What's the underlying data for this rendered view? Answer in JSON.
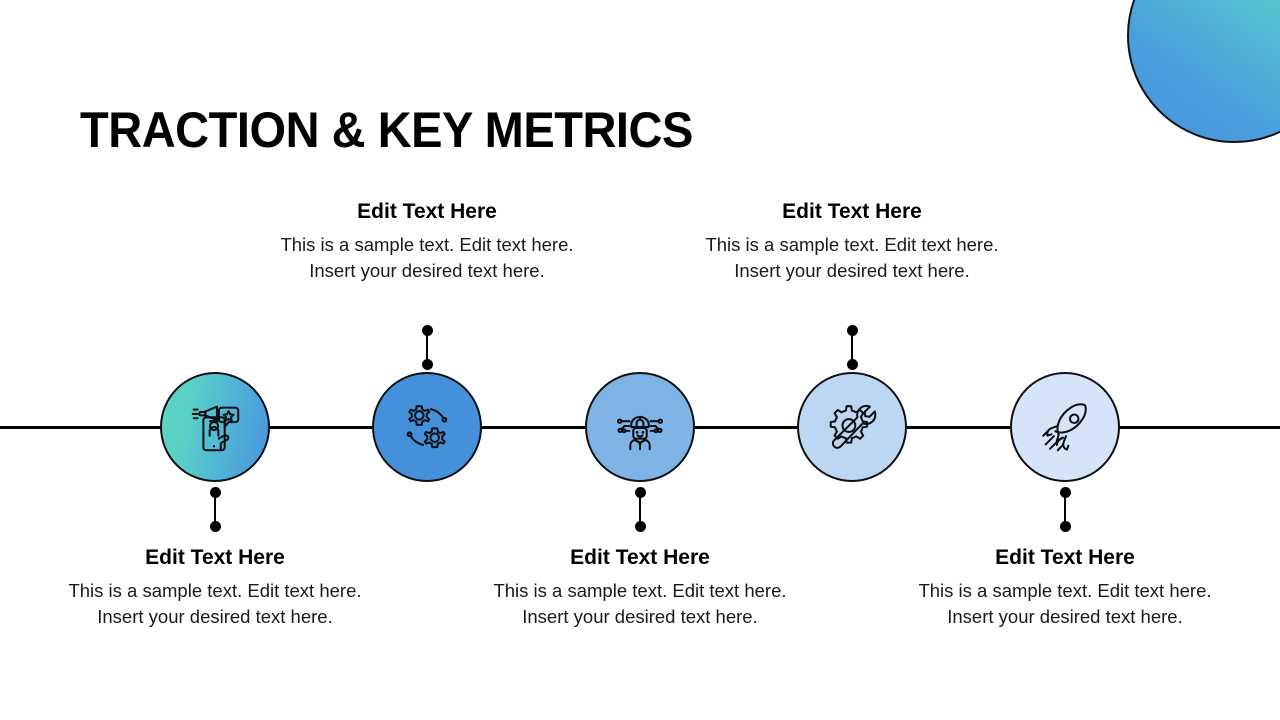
{
  "slide": {
    "title": "TRACTION & KEY METRICS",
    "background_color": "#ffffff",
    "decor": {
      "corner_blob": {
        "name": "gradient-circle-decoration",
        "gradient_from": "#6fe0c4",
        "gradient_to": "#4a93de",
        "outline_color": "#111318"
      }
    },
    "timeline": {
      "axis_color": "#000000",
      "connector_color": "#000000"
    }
  },
  "nodes": [
    {
      "id": 1,
      "icon": "mobile-marketing-icon",
      "position": "below",
      "circle_fill_from": "#5fd6be",
      "circle_fill_to": "#4a93de",
      "outline_color": "#0d1014",
      "heading": "Edit Text Here",
      "body": "This is a sample text. Edit text here. Insert your desired text here."
    },
    {
      "id": 2,
      "icon": "gears-icon",
      "position": "above",
      "circle_fill_from": "#4490db",
      "circle_fill_to": "#4490db",
      "outline_color": "#0d1014",
      "heading": "Edit Text Here",
      "body": "This is a sample text. Edit text here. Insert your desired text here."
    },
    {
      "id": 3,
      "icon": "ai-robot-idea-icon",
      "position": "below",
      "circle_fill_from": "#7eb3e3",
      "circle_fill_to": "#7eb3e3",
      "outline_color": "#0d1014",
      "heading": "Edit Text Here",
      "body": "This is a sample text. Edit text here. Insert your desired text here."
    },
    {
      "id": 4,
      "icon": "gear-wrench-icon",
      "position": "above",
      "circle_fill_from": "#bdd7f2",
      "circle_fill_to": "#bdd7f2",
      "outline_color": "#0d1014",
      "heading": "Edit Text Here",
      "body": "This is a sample text. Edit text here. Insert your desired text here."
    },
    {
      "id": 5,
      "icon": "rocket-icon",
      "position": "below",
      "circle_fill_from": "#d6e4f7",
      "circle_fill_to": "#d6e4f7",
      "outline_color": "#0d1014",
      "heading": "Edit Text Here",
      "body": "This is a sample text. Edit text here. Insert your desired text here."
    }
  ]
}
